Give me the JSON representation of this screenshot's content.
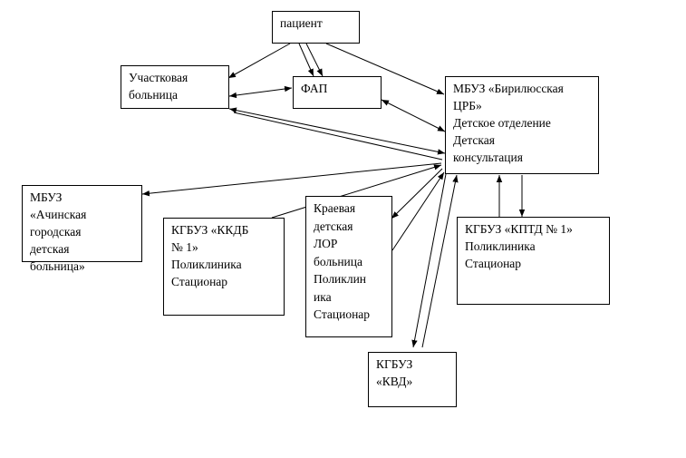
{
  "nodes": {
    "patient": {
      "lines": [
        "пациент"
      ]
    },
    "uchastkovaya": {
      "lines": [
        "Участковая",
        "больница"
      ]
    },
    "fap": {
      "lines": [
        "ФАП"
      ]
    },
    "mbuz_birilyusskaya": {
      "lines": [
        "МБУЗ «Бирилюсская",
        "ЦРБ»",
        "Детское отделение",
        "Детская",
        "консультация"
      ]
    },
    "mbuz_achinskaya": {
      "lines": [
        "МБУЗ",
        "«Ачинская",
        "городская",
        "детская",
        "больница»"
      ]
    },
    "kgbuz_kkdb": {
      "lines": [
        "КГБУЗ «ККДБ",
        "№ 1»",
        "Поликлиника",
        "Стационар"
      ]
    },
    "kraevaya_lor": {
      "lines": [
        "Краевая",
        "детская",
        "ЛОР",
        "больница",
        "Поликлин",
        "ика",
        "Стационар"
      ]
    },
    "kgbuz_kptd": {
      "lines": [
        "КГБУЗ «КПТД № 1»",
        "Поликлиника",
        "Стационар"
      ]
    },
    "kgbuz_kvd": {
      "lines": [
        "КГБУЗ",
        "«КВД»"
      ]
    }
  }
}
